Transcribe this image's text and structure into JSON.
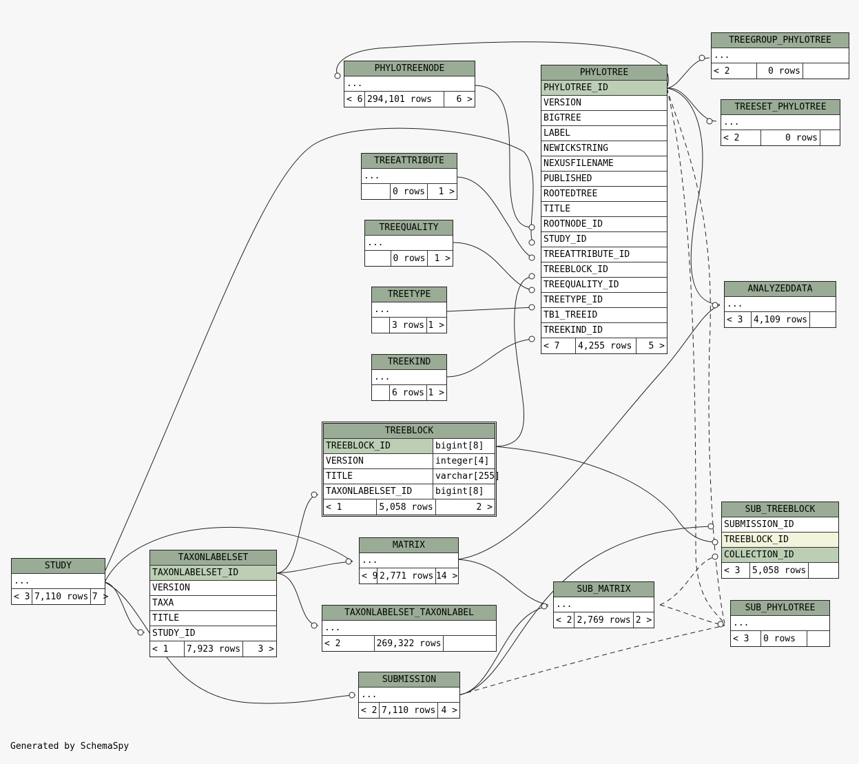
{
  "footer": "Generated by SchemaSpy",
  "tables": {
    "phylotreenode": {
      "name": "PHYLOTREENODE",
      "cols": [
        "..."
      ],
      "foot": [
        "< 6",
        "294,101 rows",
        "6 >"
      ]
    },
    "phylotree": {
      "name": "PHYLOTREE",
      "cols": [
        "PHYLOTREE_ID",
        "VERSION",
        "BIGTREE",
        "LABEL",
        "NEWICKSTRING",
        "NEXUSFILENAME",
        "PUBLISHED",
        "ROOTEDTREE",
        "TITLE",
        "ROOTNODE_ID",
        "STUDY_ID",
        "TREEATTRIBUTE_ID",
        "TREEBLOCK_ID",
        "TREEQUALITY_ID",
        "TREETYPE_ID",
        "TB1_TREEID",
        "TREEKIND_ID"
      ],
      "foot": [
        "< 7",
        "4,255 rows",
        "5 >"
      ]
    },
    "treegroup_phylotree": {
      "name": "TREEGROUP_PHYLOTREE",
      "cols": [
        "..."
      ],
      "foot": [
        "< 2",
        "0 rows",
        ""
      ]
    },
    "treeset_phylotree": {
      "name": "TREESET_PHYLOTREE",
      "cols": [
        "..."
      ],
      "foot": [
        "< 2",
        "0 rows",
        ""
      ]
    },
    "treeattribute": {
      "name": "TREEATTRIBUTE",
      "cols": [
        "..."
      ],
      "foot": [
        "",
        "0 rows",
        "1 >"
      ]
    },
    "treequality": {
      "name": "TREEQUALITY",
      "cols": [
        "..."
      ],
      "foot": [
        "",
        "0 rows",
        "1 >"
      ]
    },
    "treetype": {
      "name": "TREETYPE",
      "cols": [
        "..."
      ],
      "foot": [
        "",
        "3 rows",
        "1 >"
      ]
    },
    "treekind": {
      "name": "TREEKIND",
      "cols": [
        "..."
      ],
      "foot": [
        "",
        "6 rows",
        "1 >"
      ]
    },
    "analyzeddata": {
      "name": "ANALYZEDDATA",
      "cols": [
        "..."
      ],
      "foot": [
        "< 3",
        "4,109 rows",
        ""
      ]
    },
    "treeblock": {
      "name": "TREEBLOCK",
      "cols": [
        "TREEBLOCK_ID",
        "VERSION",
        "TITLE",
        "TAXONLABELSET_ID"
      ],
      "types": [
        "bigint[8]",
        "integer[4]",
        "varchar[255]",
        "bigint[8]"
      ],
      "foot": [
        "< 1",
        "5,058 rows",
        "2 >"
      ]
    },
    "study": {
      "name": "STUDY",
      "cols": [
        "..."
      ],
      "foot": [
        "< 3",
        "7,110 rows",
        "7 >"
      ]
    },
    "taxonlabelset": {
      "name": "TAXONLABELSET",
      "cols": [
        "TAXONLABELSET_ID",
        "VERSION",
        "TAXA",
        "TITLE",
        "STUDY_ID"
      ],
      "foot": [
        "< 1",
        "7,923 rows",
        "3 >"
      ]
    },
    "matrix": {
      "name": "MATRIX",
      "cols": [
        "..."
      ],
      "foot": [
        "< 9",
        "2,771 rows",
        "14 >"
      ]
    },
    "taxonlabelset_taxonlabel": {
      "name": "TAXONLABELSET_TAXONLABEL",
      "cols": [
        "..."
      ],
      "foot": [
        "< 2",
        "269,322 rows",
        ""
      ]
    },
    "sub_treeblock": {
      "name": "SUB_TREEBLOCK",
      "cols": [
        "SUBMISSION_ID",
        "TREEBLOCK_ID",
        "COLLECTION_ID"
      ],
      "foot": [
        "< 3",
        "5,058 rows",
        ""
      ]
    },
    "sub_matrix": {
      "name": "SUB_MATRIX",
      "cols": [
        "..."
      ],
      "foot": [
        "< 2",
        "2,769 rows",
        "2 >"
      ]
    },
    "sub_phylotree": {
      "name": "SUB_PHYLOTREE",
      "cols": [
        "..."
      ],
      "foot": [
        "< 3",
        "0 rows",
        ""
      ]
    },
    "submission": {
      "name": "SUBMISSION",
      "cols": [
        "..."
      ],
      "foot": [
        "< 2",
        "7,110 rows",
        "4 >"
      ]
    }
  },
  "colors": {
    "header": "#9aac96",
    "pk": "#bccfb5",
    "fk_highlight": "#f3f4dc",
    "background": "#f7f7f7"
  }
}
